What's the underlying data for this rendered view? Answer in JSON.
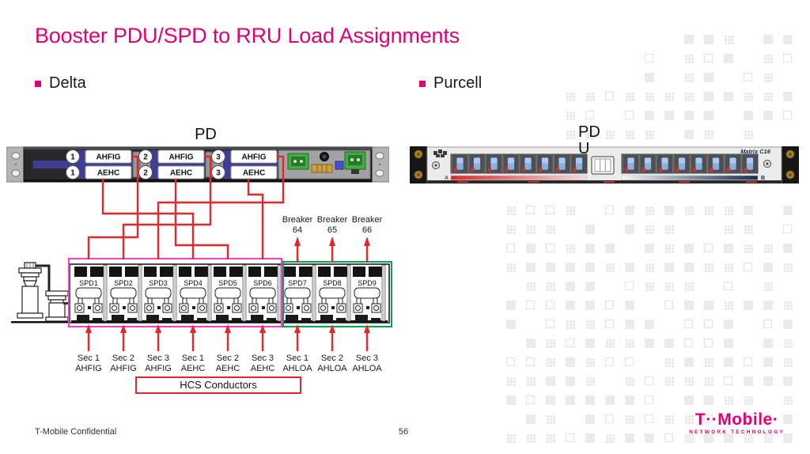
{
  "slide": {
    "title": "Booster PDU/SPD to RRU Load Assignments",
    "footer": {
      "confidential": "T-Mobile Confidential",
      "page": "56"
    },
    "logo": {
      "wordmark": "T··Mobile·",
      "tagline": "NETWORK TECHNOLOGY"
    }
  },
  "colors": {
    "brand_magenta": "#E20074",
    "wire_red": "#E5262C",
    "pink_group_box": "#F23FC8",
    "green_group_box": "#00A651",
    "connector_navy": "#3E3E95"
  },
  "delta": {
    "bullet": "Delta",
    "pd_label": "PD",
    "ports": [
      {
        "num": "1",
        "top": "AHFIG",
        "bottom": "AEHC"
      },
      {
        "num": "2",
        "top": "AHFIG",
        "bottom": "AEHC"
      },
      {
        "num": "3",
        "top": "AHFIG",
        "bottom": "AEHC"
      }
    ],
    "breakers": [
      {
        "name": "Breaker",
        "num": "64"
      },
      {
        "name": "Breaker",
        "num": "65"
      },
      {
        "name": "Breaker",
        "num": "66"
      }
    ],
    "spds": [
      "SPD1",
      "SPD2",
      "SPD3",
      "SPD4",
      "SPD5",
      "SPD6",
      "SPD7",
      "SPD8",
      "SPD9"
    ],
    "sections": [
      {
        "sec": "Sec 1",
        "load": "AHFIG"
      },
      {
        "sec": "Sec 2",
        "load": "AHFIG"
      },
      {
        "sec": "Sec 3",
        "load": "AHFIG"
      },
      {
        "sec": "Sec 1",
        "load": "AEHC"
      },
      {
        "sec": "Sec 2",
        "load": "AEHC"
      },
      {
        "sec": "Sec 3",
        "load": "AEHC"
      },
      {
        "sec": "Sec 1",
        "load": "AHLOA"
      },
      {
        "sec": "Sec 2",
        "load": "AHLOA"
      },
      {
        "sec": "Sec 3",
        "load": "AHLOA"
      }
    ],
    "hcs_label": "HCS Conductors"
  },
  "purcell": {
    "bullet": "Purcell",
    "pd_label_line1": "PD",
    "pd_label_line2": "U",
    "device": {
      "model": "Matrix C16",
      "bus_a": "A",
      "bus_b": "B"
    }
  }
}
